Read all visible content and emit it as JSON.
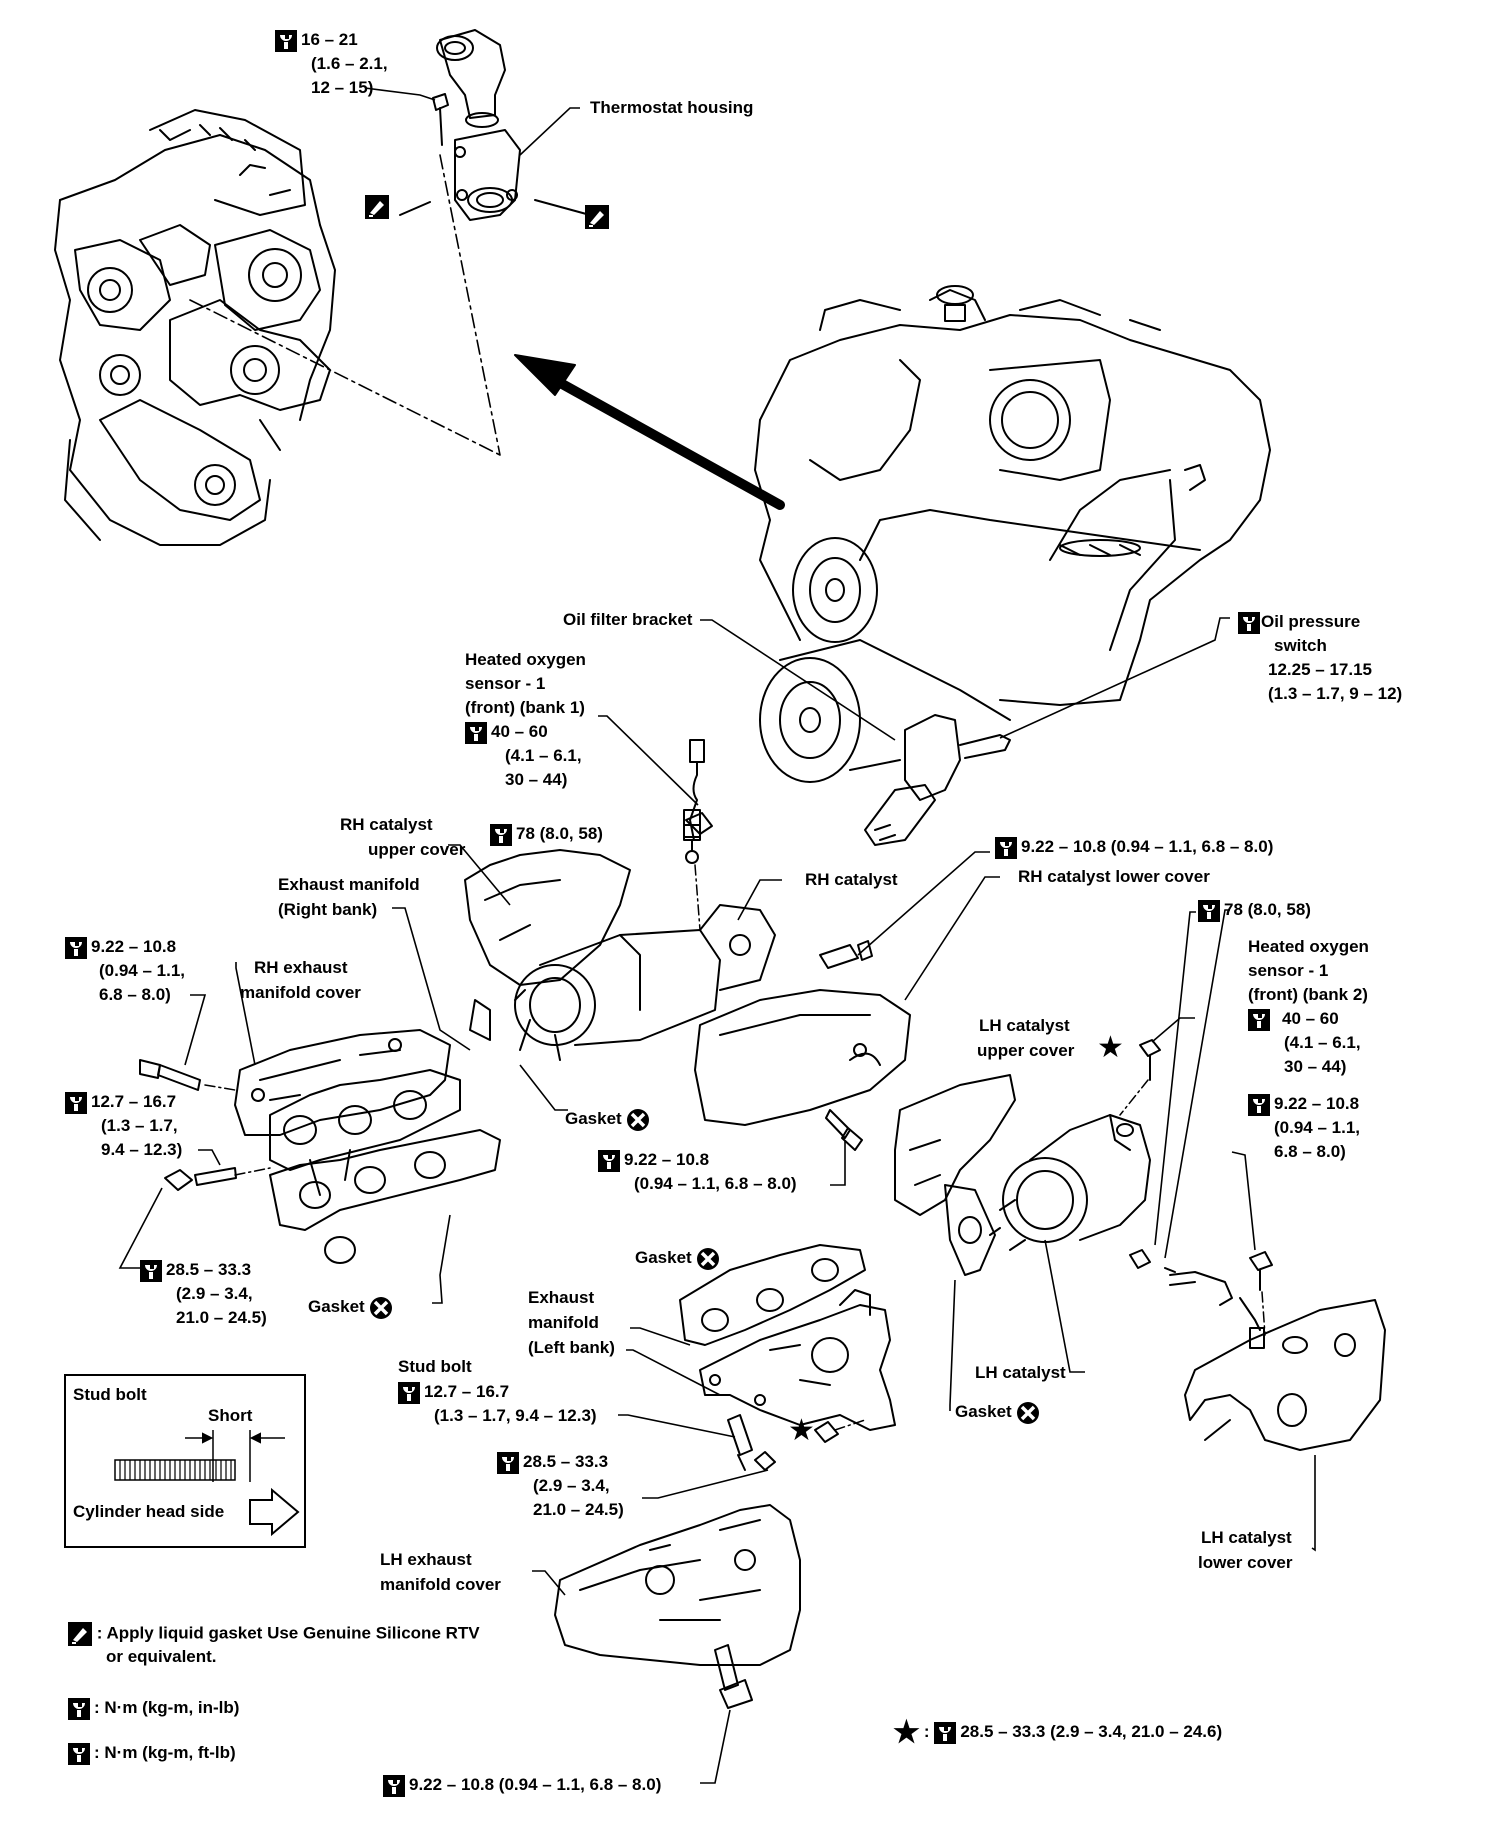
{
  "labels": {
    "thermostat_torque": [
      "16 – 21",
      "(1.6 – 2.1,",
      "12 – 15)"
    ],
    "thermostat_housing": "Thermostat housing",
    "oil_filter_bracket": "Oil filter bracket",
    "oil_pressure_switch": [
      "Oil pressure",
      "switch",
      "12.25 – 17.15",
      "(1.3 – 1.7, 9 – 12)"
    ],
    "heated_o2_bank1": [
      "Heated oxygen",
      "sensor - 1",
      "(front) (bank 1)",
      "40 – 60",
      "(4.1 – 6.1,",
      "30 – 44)"
    ],
    "rh_cat_upper_cover": [
      "RH catalyst",
      "upper cover"
    ],
    "torque_78_top": "78 (8.0, 58)",
    "rh_catalyst": "RH catalyst",
    "rh_lower_cover_torque": "9.22 – 10.8 (0.94 – 1.1, 6.8 – 8.0)",
    "rh_catalyst_lower_cover": "RH catalyst lower cover",
    "exhaust_manifold_right": [
      "Exhaust manifold",
      "(Right bank)"
    ],
    "torque_left_top": [
      "9.22 – 10.8",
      "(0.94 – 1.1,",
      "6.8 – 8.0)"
    ],
    "rh_exhaust_manifold_cover": [
      "RH exhaust",
      "manifold cover"
    ],
    "torque_78_right": "78 (8.0, 58)",
    "heated_o2_bank2": [
      "Heated oxygen",
      "sensor - 1",
      "(front) (bank 2)",
      "40 – 60",
      "(4.1 – 6.1,",
      "30 – 44)"
    ],
    "lh_cat_upper_cover": [
      "LH catalyst",
      "upper cover"
    ],
    "torque_right_mid": [
      "9.22 – 10.8",
      "(0.94 – 1.1,",
      "6.8 – 8.0)"
    ],
    "torque_stud_left": [
      "12.7 – 16.7",
      "(1.3 – 1.7,",
      "9.4 – 12.3)"
    ],
    "gasket": "Gasket",
    "torque_center_mid": [
      "9.22 – 10.8",
      "(0.94 – 1.1, 6.8 – 8.0)"
    ],
    "torque_nut_left": [
      "28.5 – 33.3",
      "(2.9 – 3.4,",
      "21.0 – 24.5)"
    ],
    "exhaust_manifold_left": [
      "Exhaust",
      "manifold",
      "(Left bank)"
    ],
    "stud_bolt_label": "Stud bolt",
    "torque_stud_center": [
      "12.7 – 16.7",
      "(1.3 – 1.7, 9.4 – 12.3)"
    ],
    "torque_nut_center": [
      "28.5 – 33.3",
      "(2.9 – 3.4,",
      "21.0 – 24.5)"
    ],
    "lh_catalyst": "LH catalyst",
    "lh_catalyst_lower_cover": [
      "LH catalyst",
      "lower cover"
    ],
    "lh_exhaust_manifold_cover": [
      "LH exhaust",
      "manifold cover"
    ],
    "torque_bottom": "9.22 – 10.8 (0.94 – 1.1, 6.8 – 8.0)",
    "star_torque": "28.5 – 33.3 (2.9 – 3.4, 21.0 – 24.6)"
  },
  "inset": {
    "title": "Stud bolt",
    "short": "Short",
    "cylinder_head_side": "Cylinder head side"
  },
  "legend": {
    "liquid_gasket": [
      ": Apply liquid gasket  Use Genuine Silicone RTV",
      "or equivalent."
    ],
    "torque_inlb": ": N·m (kg-m, in-lb)",
    "torque_ftlb": ": N·m (kg-m, ft-lb)",
    "star_prefix": ":"
  },
  "icons": {
    "torque": "torque-wrench-icon",
    "torque_filled": "torque-wrench-filled-icon",
    "do_not_reuse": "do-not-reuse-icon",
    "liquid_gasket": "liquid-gasket-icon",
    "star": "star-icon"
  }
}
